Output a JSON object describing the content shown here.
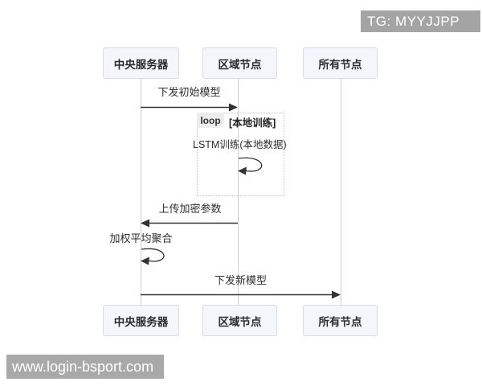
{
  "overlays": {
    "tg_badge": "TG: MYYJJPP",
    "watermark": "www.login-bsport.com"
  },
  "diagram": {
    "type": "sequence-diagram",
    "actors": [
      {
        "id": "central-server",
        "label": "中央服务器"
      },
      {
        "id": "regional-node",
        "label": "区域节点"
      },
      {
        "id": "all-nodes",
        "label": "所有节点"
      }
    ],
    "messages": [
      {
        "from": "中央服务器",
        "to": "区域节点",
        "label": "下发初始模型",
        "kind": "solid-arrow"
      },
      {
        "from": "区域节点",
        "to": "区域节点",
        "label": "LSTM训练(本地数据)",
        "kind": "self-loop",
        "inside_loop": true
      },
      {
        "from": "区域节点",
        "to": "中央服务器",
        "label": "上传加密参数",
        "kind": "solid-arrow"
      },
      {
        "from": "中央服务器",
        "to": "中央服务器",
        "label": "加权平均聚合",
        "kind": "self-loop"
      },
      {
        "from": "中央服务器",
        "to": "所有节点",
        "label": "下发新模型",
        "kind": "solid-arrow"
      }
    ],
    "loop": {
      "label": "loop",
      "condition": "[本地训练]"
    }
  },
  "colors": {
    "actor_fill": "#f5f5fc",
    "actor_border": "#d9d9ea",
    "lifeline": "#cfcfcf",
    "arrow": "#333333",
    "loop_border": "#c4c4c4",
    "loop_label_bg": "#ececec",
    "badge_bg": "#a4a4a4",
    "watermark_bg": "#a9a9a9",
    "text": "#2e2e2e"
  }
}
